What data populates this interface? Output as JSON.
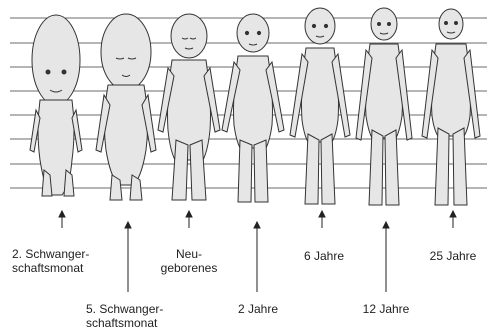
{
  "figure": {
    "labels": [
      {
        "id": "f1",
        "text": "2. Schwanger-\nschaftsmonat"
      },
      {
        "id": "f2",
        "text": "5. Schwanger-\nschaftsmonat"
      },
      {
        "id": "f3",
        "text": "Neu-\ngeborenes"
      },
      {
        "id": "f4",
        "text": "2 Jahre"
      },
      {
        "id": "f5",
        "text": "6 Jahre"
      },
      {
        "id": "f6",
        "text": "12 Jahre"
      },
      {
        "id": "f7",
        "text": "25 Jahre"
      }
    ],
    "colors": {
      "line": "#6b6b6b",
      "skin": "#e6e6e6",
      "outline": "#333333",
      "arrow": "#222222"
    }
  }
}
